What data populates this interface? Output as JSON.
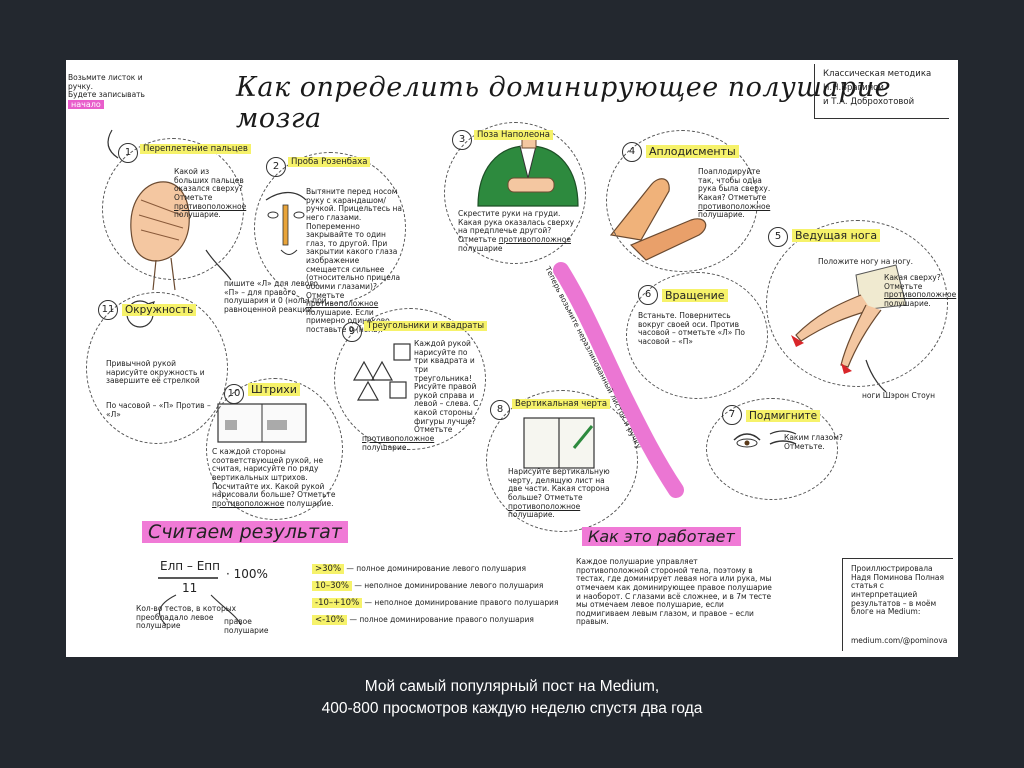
{
  "poster": {
    "title": "Как определить доминирующее полушарие мозга",
    "intro_line1": "Возьмите листок и ручку.",
    "intro_line2": "Будете записывать",
    "intro_start": "начало",
    "credit_line1": "Классическая методика",
    "credit_line2": "Н.Н.Брагиной",
    "credit_line3": "и Т.А. Доброхотовой",
    "tests": [
      {
        "num": "1",
        "title": "Переплетение пальцев",
        "text": "Какой из больших пальцев оказался сверху? Отметьте",
        "under": "противоположное",
        "tail": "полушарие."
      },
      {
        "num": "2",
        "title": "Проба Розенбаха",
        "text": "Вытяните перед носом руку с карандашом/ручкой. Прицельтесь на него глазами. Попеременно закрывайте то один глаз, то другой. При закрытии какого глаза изображение смещается сильнее (относительно прицела обоими глазами)? Отметьте",
        "under": "противоположное",
        "tail": "полушарие. Если примерно одинаково, поставьте 0 (ноль)."
      },
      {
        "num": "3",
        "title": "Поза Наполеона",
        "text": "Скрестите руки на груди. Какая рука оказалась сверху на предплечье другой? Отметьте",
        "under": "противоположное",
        "tail": "полушарие"
      },
      {
        "num": "4",
        "title": "Аплодисменты",
        "text": "Поаплодируйте так, чтобы одна рука была сверху. Какая? Отметьте",
        "under": "противоположное",
        "tail": "полушарие."
      },
      {
        "num": "5",
        "title": "Ведущая нога",
        "text": "Положите ногу на ногу.",
        "text2": "Какая сверху? Отметьте",
        "under": "противоположное",
        "tail": "полушарие.",
        "note": "ноги Шэрон Стоун"
      },
      {
        "num": "6",
        "title": "Вращение",
        "text": "Встаньте. Повернитесь вокруг своей оси. Против часовой – отметьте «Л» По часовой – «П»"
      },
      {
        "num": "7",
        "title": "Подмигните",
        "text": "Каким глазом? Отметьте."
      },
      {
        "num": "8",
        "title": "Вертикальная черта",
        "text": "Нарисуйте вертикальную черту, делящую лист на две части. Какая сторона больше? Отметьте",
        "under": "противоположное",
        "tail": "полушарие."
      },
      {
        "num": "9",
        "title": "Треугольники и квадраты",
        "text": "Каждой рукой нарисуйте по три квадрата и три треугольника! Рисуйте правой рукой справа и левой – слева. С какой стороны фигуры лучше? Отметьте",
        "under": "противоположное",
        "tail": "полушарие."
      },
      {
        "num": "10",
        "title": "Штрихи",
        "text": "С каждой стороны соответствующей рукой, не считая, нарисуйте по ряду вертикальных штрихов. Посчитайте их. Какой рукой нарисовали больше? Отметьте",
        "under": "противоположное",
        "tail": "полушарие."
      },
      {
        "num": "11",
        "title": "Окружность",
        "text": "Привычной рукой нарисуйте окружность и завершите её стрелкой",
        "text2": "По часовой – «П» Против – «Л»"
      }
    ],
    "first_note": "пишите «Л» для левого, «П» – для правого полушария и 0 (ноль) при равноценной реакции.",
    "diagonal": "Теперь возьмите неразлинованный листок и ручку",
    "result_title": "Считаем результат",
    "formula_top": "Елп – Епп",
    "formula_bottom": "11",
    "formula_mult": "· 100%",
    "formula_label_left": "Кол-во тестов, в которых преобладало левое полушарие",
    "formula_label_right": "правое полушарие",
    "ranges": [
      {
        "range": ">30%",
        "text": "— полное доминирование левого полушария"
      },
      {
        "range": "10–30%",
        "text": "— неполное доминирование левого полушария"
      },
      {
        "range": "-10–+10%",
        "text": "— неполное доминирование правого полушария"
      },
      {
        "range": "<-10%",
        "text": "— полное доминирование правого полушария"
      }
    ],
    "how_title": "Как это работает",
    "how_text": "Каждое полушарие управляет противоположной стороной тела, поэтому в тестах, где доминирует левая нога или рука, мы отмечаем как доминирующее правое полушарие и наоборот. С глазами всё сложнее, и в 7м тесте мы отмечаем левое полушарие, если подмигиваем левым глазом, и правое – если правым.",
    "author_text": "Проиллюстрировала Надя Поминова Полная статья с интерпретацией результатов – в моём блоге на Medium:",
    "author_url": "medium.com/@pominova"
  },
  "caption": {
    "line1": "Мой самый популярный пост на Medium,",
    "line2": "400-800 просмотров каждую неделю спустя два года"
  },
  "colors": {
    "background": "#23282f",
    "highlight": "#f6f26a",
    "accent": "#e85ecb",
    "sheet": "#ffffff"
  }
}
